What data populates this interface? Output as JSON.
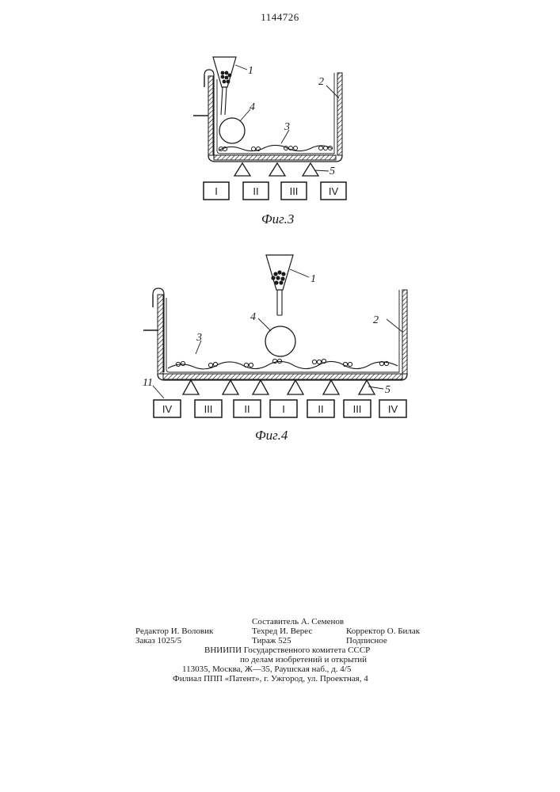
{
  "patent_number": "1144726",
  "figure3": {
    "caption": "Фиг.3",
    "labels": {
      "hopper": "1",
      "bath": "2",
      "film": "3",
      "ball": "4",
      "vibrator": "5"
    },
    "boxes": [
      "I",
      "II",
      "III",
      "IV"
    ]
  },
  "figure4": {
    "caption": "Фиг.4",
    "labels": {
      "hopper": "1",
      "bath": "2",
      "film": "3",
      "ball": "4",
      "vibrator": "5",
      "control": "11"
    },
    "boxes": [
      "IV",
      "III",
      "II",
      "I",
      "II",
      "III",
      "IV"
    ]
  },
  "colophon": {
    "composer": "Составитель А. Семенов",
    "editor": "Редактор  И. Воловик",
    "tech_editor": "Техред И. Верес",
    "corrector": "Корректор О. Билак",
    "order": "Заказ 1025/5",
    "circulation": "Тираж 525",
    "subscription": "Подписное",
    "institute": "ВНИИПИ  Государственного  комитета  СССР",
    "dept": "по  делам  изобретений  и  открытий",
    "address": "113035,  Москва,  Ж—35,  Раушская  наб.,  д.  4/5",
    "branch": "Филиал  ППП  «Патент»,  г.  Ужгород,  ул.  Проектная,  4"
  }
}
